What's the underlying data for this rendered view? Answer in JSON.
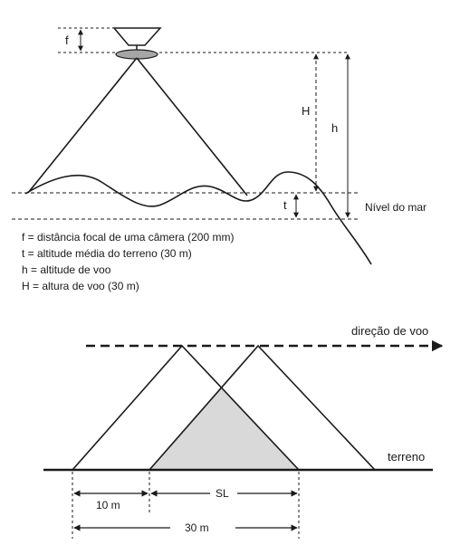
{
  "top_diagram": {
    "label_f": "f",
    "label_H": "H",
    "label_h": "h",
    "label_t": "t",
    "sea_level_label": "Nível do mar",
    "legend": [
      "f = distância focal de uma câmera (200 mm)",
      "t = altitude média do terreno (30 m)",
      "h = altitude de voo",
      "H = altura de voo (30 m)"
    ]
  },
  "bottom_diagram": {
    "flight_direction_label": "direção de voo",
    "terrain_label": "terreno",
    "dim_10": "10 m",
    "dim_SL": "SL",
    "dim_30": "30 m"
  },
  "colors": {
    "stroke": "#1a1a1a",
    "lens_fill": "#a6a6a6",
    "overlap_fill": "#d9d9d9"
  }
}
